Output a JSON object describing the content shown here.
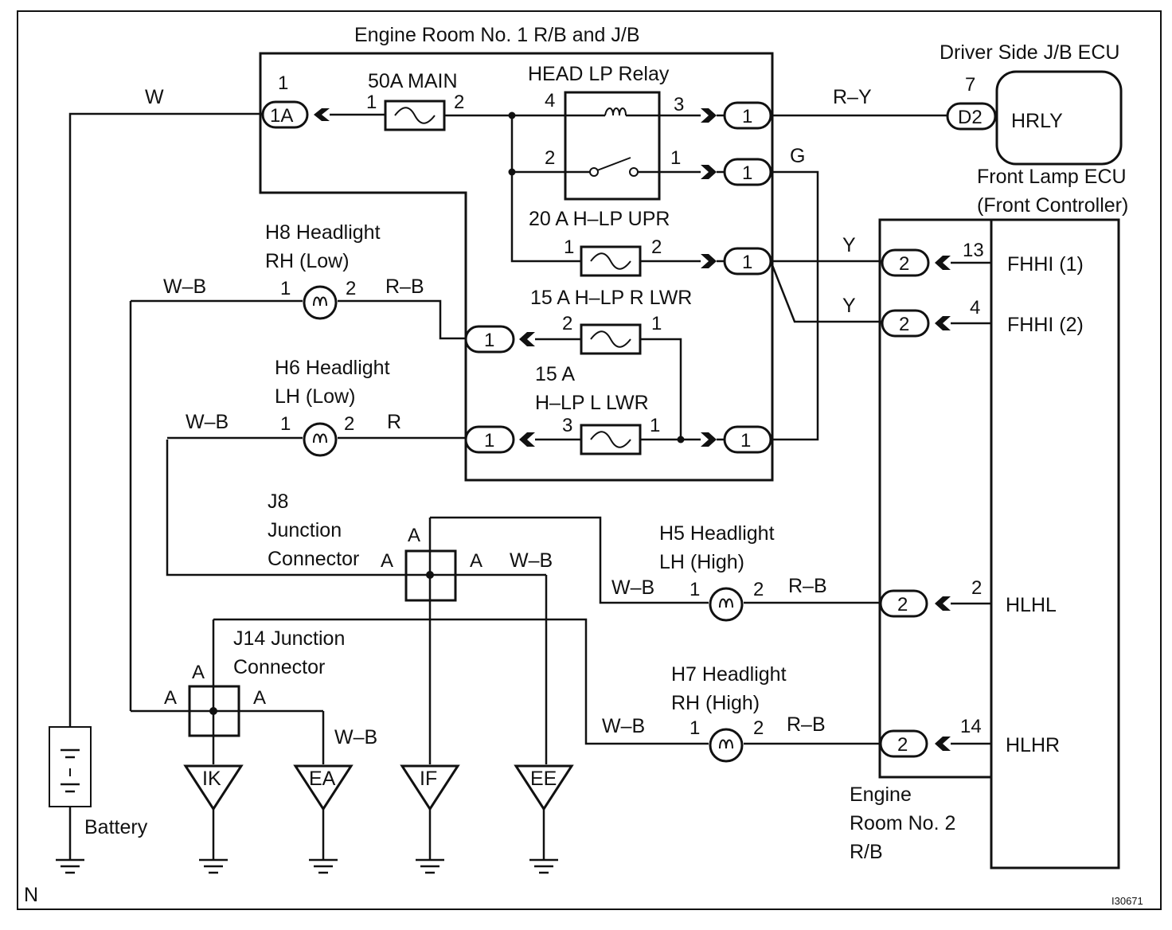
{
  "corner_code": "N",
  "figure_id": "I30671",
  "blocks": {
    "r_b_1": "Engine Room No. 1 R/B and J/B",
    "driver_jb": "Driver Side J/B ECU",
    "front_ecu_line1": "Front Lamp ECU",
    "front_ecu_line2": "(Front Controller)",
    "r_b_2_line1": "Engine",
    "r_b_2_line2": "Room No. 2",
    "r_b_2_line3": "R/B"
  },
  "components": {
    "main_fuse": "50A MAIN",
    "relay": "HEAD LP Relay",
    "fuse_upr": "20 A H–LP UPR",
    "fuse_rlwr": "15 A H–LP R LWR",
    "fuse_llwr_1": "15 A",
    "fuse_llwr_2": "H–LP L LWR",
    "ecu_hrly": "HRLY",
    "h8_1": "H8 Headlight",
    "h8_2": "RH (Low)",
    "h6_1": "H6 Headlight",
    "h6_2": "LH (Low)",
    "h5_1": "H5 Headlight",
    "h5_2": "LH (High)",
    "h7_1": "H7 Headlight",
    "h7_2": "RH (High)",
    "j8_1": "J8",
    "j8_2": "Junction",
    "j8_3": "Connector",
    "j14_1": "J14 Junction",
    "j14_2": "Connector",
    "battery": "Battery"
  },
  "ecu_terminals": [
    "FHHI (1)",
    "FHHI (2)",
    "HLHL",
    "HLHR"
  ],
  "connectors": {
    "c1a": "1A",
    "cd2": "D2",
    "c1": "1",
    "c2": "2"
  },
  "grounds": [
    "IK",
    "EA",
    "IF",
    "EE"
  ],
  "wire_colors": {
    "w": "W",
    "ry": "R–Y",
    "g": "G",
    "y": "Y",
    "wb": "W–B",
    "rb": "R–B",
    "r": "R"
  },
  "pins": {
    "p1": "1",
    "p2": "2",
    "p3": "3",
    "p4": "4",
    "p7": "7",
    "p13": "13",
    "p14": "14",
    "pA": "A"
  }
}
